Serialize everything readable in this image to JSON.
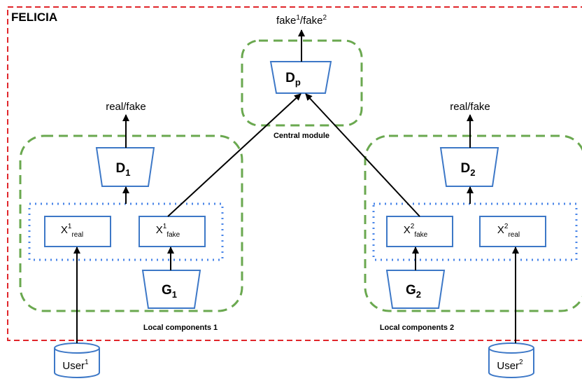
{
  "title": "FELICIA",
  "central": {
    "output": {
      "a": "fake",
      "a_sup": "1",
      "sep": "/",
      "b": "fake",
      "b_sup": "2"
    },
    "discriminator": {
      "main": "D",
      "sub": "p"
    },
    "caption": "Central module"
  },
  "local1": {
    "output": "real/fake",
    "discriminator": {
      "main": "D",
      "sub": "1"
    },
    "generator": {
      "main": "G",
      "sub": "1"
    },
    "x_real": {
      "main": "X",
      "sup": "1",
      "sub": "real"
    },
    "x_fake": {
      "main": "X",
      "sup": "1",
      "sub": "fake"
    },
    "caption": "Local components 1",
    "user": {
      "main": "User",
      "sup": "1"
    }
  },
  "local2": {
    "output": "real/fake",
    "discriminator": {
      "main": "D",
      "sub": "2"
    },
    "generator": {
      "main": "G",
      "sub": "2"
    },
    "x_real": {
      "main": "X",
      "sup": "2",
      "sub": "real"
    },
    "x_fake": {
      "main": "X",
      "sup": "2",
      "sub": "fake"
    },
    "caption": "Local components 2",
    "user": {
      "main": "User",
      "sup": "2"
    }
  },
  "colors": {
    "outer_border": "#e0262b",
    "group_border": "#6aa84f",
    "inner_dotted": "#4a86e8",
    "shape_stroke": "#3d78c7",
    "arrow": "#000000"
  }
}
